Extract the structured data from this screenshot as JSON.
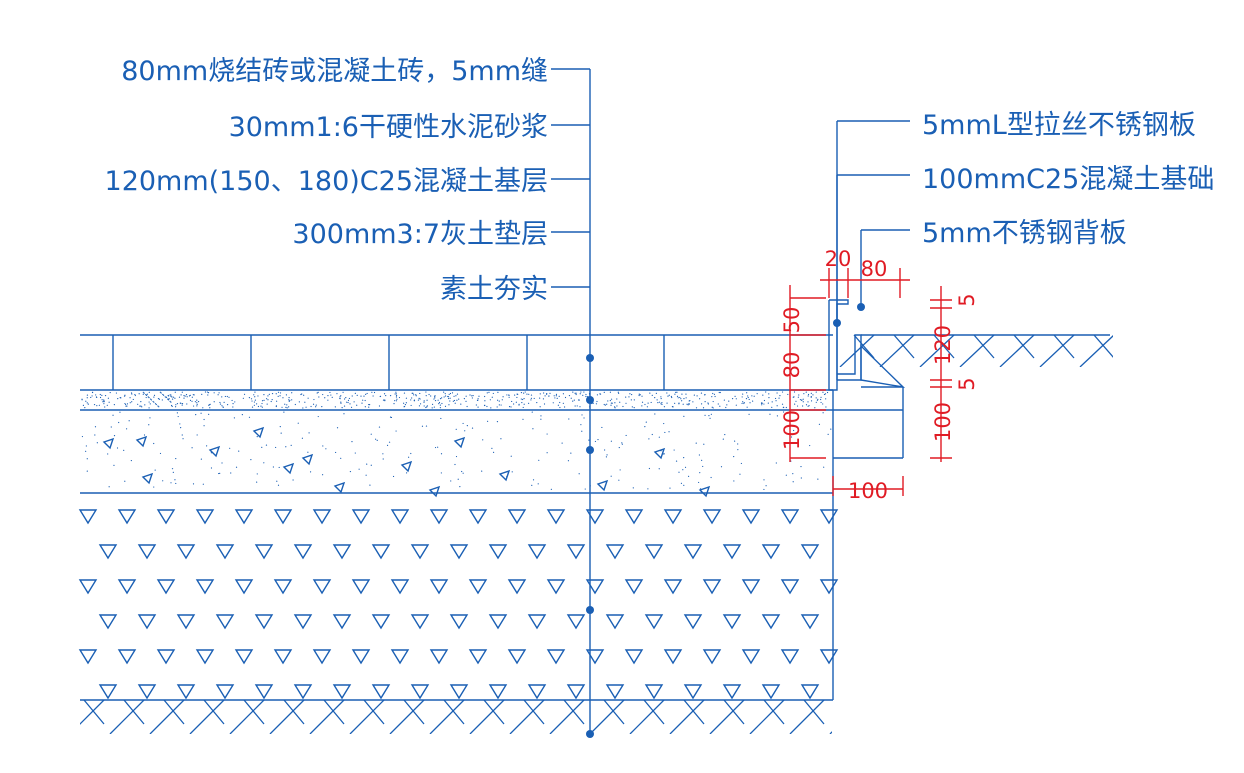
{
  "layers_left": [
    "80mm烧结砖或混凝土砖，5mm缝",
    "30mm1:6干硬性水泥砂浆",
    "120mm(150、180)C25混凝土基层",
    "300mm3:7灰土垫层",
    "素土夯实"
  ],
  "layers_right": [
    "5mmL型拉丝不锈钢板",
    "100mmC25混凝土基础",
    "5mm不锈钢背板"
  ],
  "dimensions": {
    "top_gap": "20",
    "top_width": "80",
    "left_50": "50",
    "left_80": "80",
    "left_100": "100",
    "right_5_top": "5",
    "right_120": "120",
    "right_5_mid": "5",
    "right_100": "100",
    "bottom_100": "100"
  },
  "colors": {
    "linework": "#1a5fb4",
    "dimensions": "#e01b24",
    "background": "#ffffff"
  }
}
